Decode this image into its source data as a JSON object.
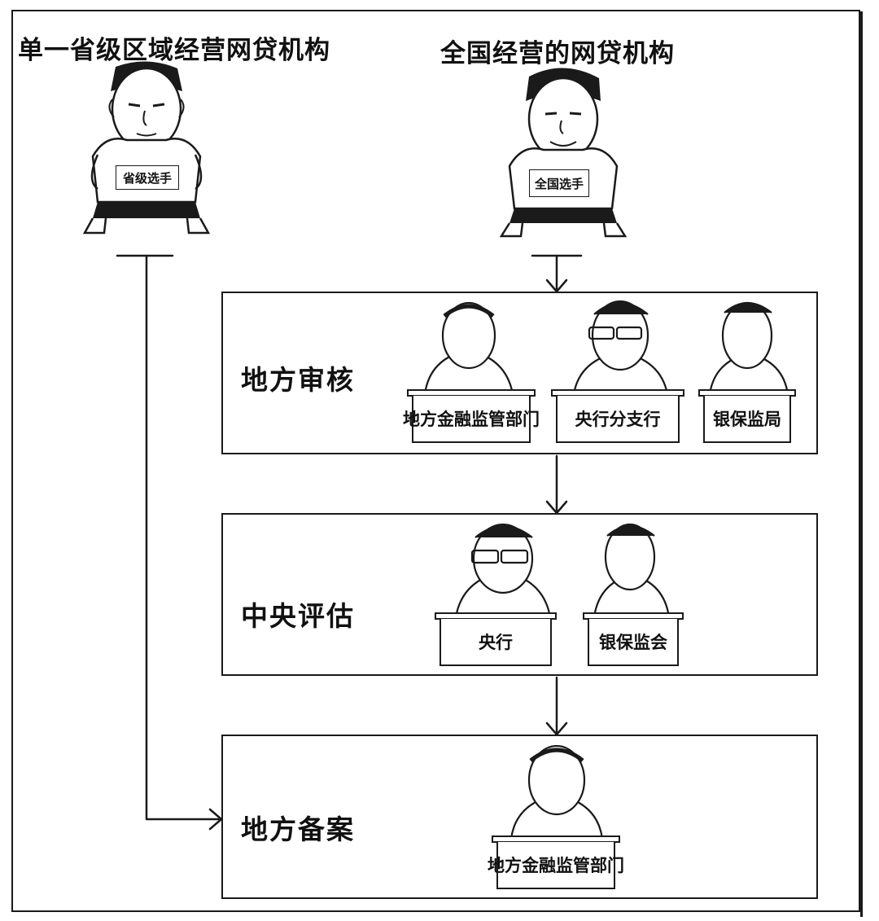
{
  "players": {
    "provincial": {
      "title": "单一省级区域经营网贷机构",
      "badge": "省级选手"
    },
    "national": {
      "title": "全国经营的网贷机构",
      "badge": "全国选手"
    }
  },
  "stages": {
    "local_review": {
      "label": "地方审核",
      "desks": [
        "地方金融监管部门",
        "央行分支行",
        "银保监局"
      ]
    },
    "central_eval": {
      "label": "中央评估",
      "desks": [
        "央行",
        "银保监会"
      ]
    },
    "local_filing": {
      "label": "地方备案",
      "desks": [
        "地方金融监管部门"
      ]
    }
  }
}
